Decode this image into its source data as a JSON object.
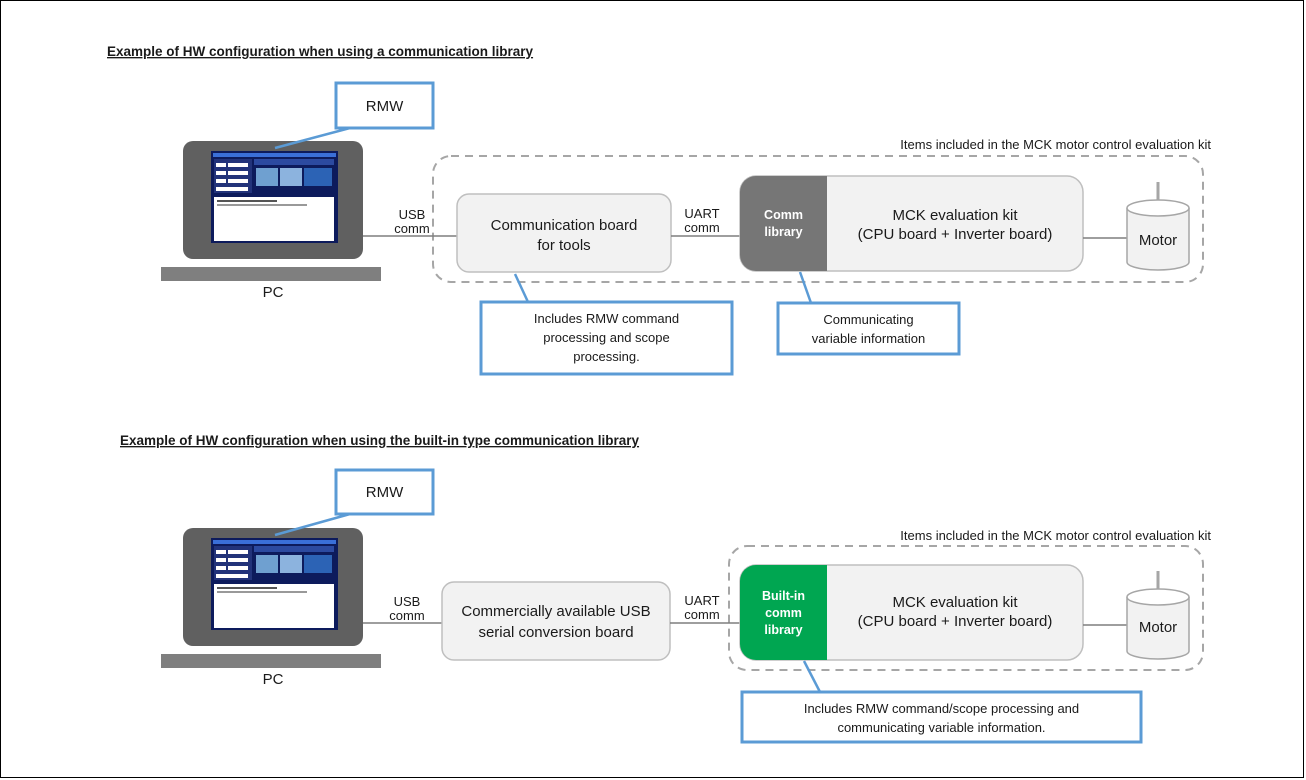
{
  "top": {
    "title": "Example of HW configuration when using a communication library",
    "rmw_label": "RMW",
    "pc_label": "PC",
    "kit_caption": "Items included in the MCK motor control evaluation kit",
    "usb_comm": [
      "USB",
      "comm"
    ],
    "board_label": [
      "Communication board",
      "for tools"
    ],
    "uart_comm": [
      "UART",
      "comm"
    ],
    "lib_label": [
      "Comm",
      "library"
    ],
    "mck_label": [
      "MCK evaluation kit",
      "(CPU board + Inverter board)"
    ],
    "motor_label": "Motor",
    "callout_board": [
      "Includes RMW command",
      "processing and scope",
      "processing."
    ],
    "callout_lib": [
      "Communicating",
      "variable information"
    ]
  },
  "bottom": {
    "title": "Example of HW configuration when using the built-in type communication library",
    "rmw_label": "RMW",
    "pc_label": "PC",
    "kit_caption": "Items included in the MCK motor control evaluation kit",
    "usb_comm": [
      "USB",
      "comm"
    ],
    "board_label": [
      "Commercially available USB",
      "serial conversion board"
    ],
    "uart_comm": [
      "UART",
      "comm"
    ],
    "lib_label": [
      "Built-in",
      "comm",
      "library"
    ],
    "mck_label": [
      "MCK evaluation kit",
      "(CPU board + Inverter board)"
    ],
    "motor_label": "Motor",
    "callout_lib": [
      "Includes RMW command/scope processing and",
      "communicating variable information."
    ]
  },
  "colors": {
    "callout_border": "#5b9bd5",
    "dashed_border": "#a6a6a6",
    "box_fill": "#f2f2f2",
    "box_border": "#bfbfbf",
    "comm_lib_fill": "#767676",
    "builtin_lib_fill": "#00a651",
    "laptop_body": "#606060",
    "screen_bg": "#1f2a6b"
  }
}
